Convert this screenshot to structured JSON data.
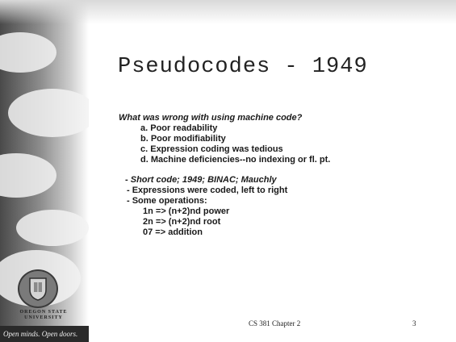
{
  "slide": {
    "title": "Pseudocodes - 1949",
    "question": "What was wrong with using machine code?",
    "problems": [
      "a. Poor readability",
      "b. Poor modifiability",
      "c. Expression coding was tedious",
      "d. Machine deficiencies--no indexing or fl. pt."
    ],
    "short_code": {
      "dash": "- ",
      "heading": "Short code; 1949; BINAC; Mauchly",
      "points": [
        "- Expressions were coded, left to right",
        "- Some operations:"
      ],
      "operations": [
        "1n => (n+2)nd power",
        "2n => (n+2)nd root",
        "07 => addition"
      ]
    }
  },
  "footer": {
    "chapter": "CS 381  Chapter 2",
    "page_number": "3"
  },
  "branding": {
    "university_line1": "OREGON STATE",
    "university_line2": "UNIVERSITY",
    "tagline": "Open minds. Open doors.",
    "seal_icon": "university-seal-icon"
  }
}
